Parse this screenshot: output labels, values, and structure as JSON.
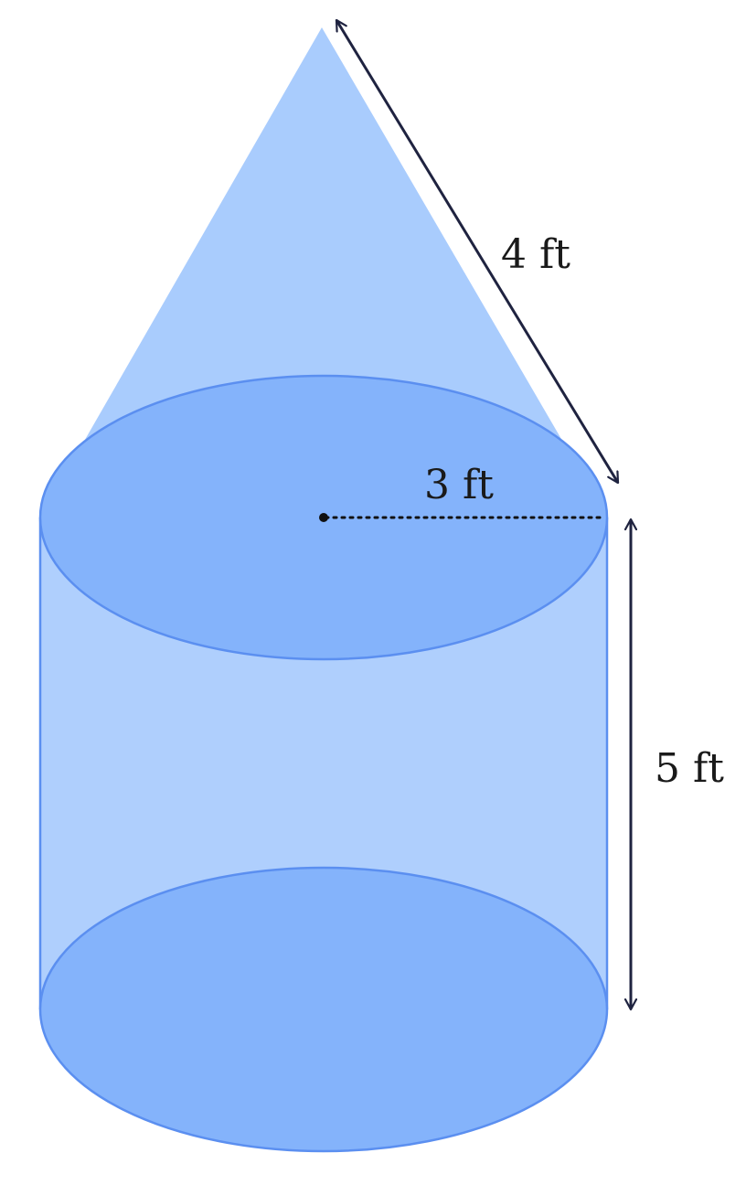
{
  "labels": {
    "slant_height": "4 ft",
    "radius": "3 ft",
    "height": "5 ft"
  },
  "colors": {
    "cone_fill": "#a9ccfd",
    "cylinder_side_fill": "#afcffd",
    "ellipse_fill": "#84b3fb",
    "outline": "#5b8ff0",
    "dimension_line": "#1f2340"
  }
}
